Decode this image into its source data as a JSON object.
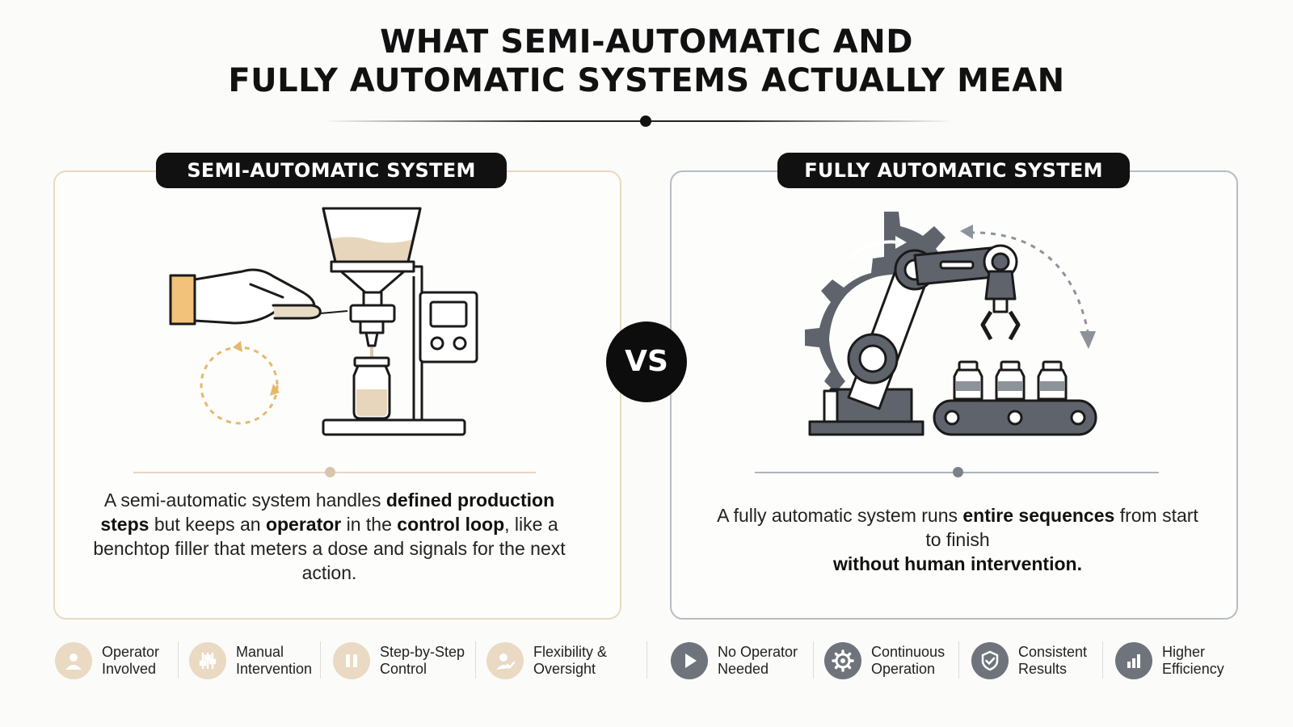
{
  "title": {
    "line1": "WHAT SEMI-AUTOMATIC AND",
    "line2": "FULLY AUTOMATIC SYSTEMS ACTUALLY MEAN"
  },
  "semi": {
    "heading": "SEMI-AUTOMATIC SYSTEM",
    "description": {
      "p1": "A semi-automatic system handles ",
      "b1": "defined production steps",
      "p2": " but keeps an ",
      "b2": "operator",
      "p3": " in the ",
      "b3": "control loop",
      "p4": ", like a benchtop filler that meters a dose and signals for the next action."
    },
    "accent_color": "#e6b86a"
  },
  "vs_label": "VS",
  "full": {
    "heading": "FULLY AUTOMATIC SYSTEM",
    "description": {
      "p1": "A fully automatic system runs ",
      "b1": "entire sequences",
      "p2": " from start to finish ",
      "b2": "without human intervention."
    },
    "accent_color": "#5f646c"
  },
  "features": [
    {
      "label": "Operator Involved",
      "icon": "operator-icon",
      "group": "semi"
    },
    {
      "label": "Manual Intervention",
      "icon": "sliders-icon",
      "group": "semi"
    },
    {
      "label": "Step-by-Step Control",
      "icon": "pause-icon",
      "group": "semi"
    },
    {
      "label": "Flexibility & Oversight",
      "icon": "user-check-icon",
      "group": "semi"
    },
    {
      "label": "No Operator Needed",
      "icon": "play-icon",
      "group": "full"
    },
    {
      "label": "Continuous Operation",
      "icon": "gear-icon",
      "group": "full"
    },
    {
      "label": "Consistent Results",
      "icon": "shield-check-icon",
      "group": "full"
    },
    {
      "label": "Higher Efficiency",
      "icon": "bar-chart-icon",
      "group": "full"
    }
  ]
}
